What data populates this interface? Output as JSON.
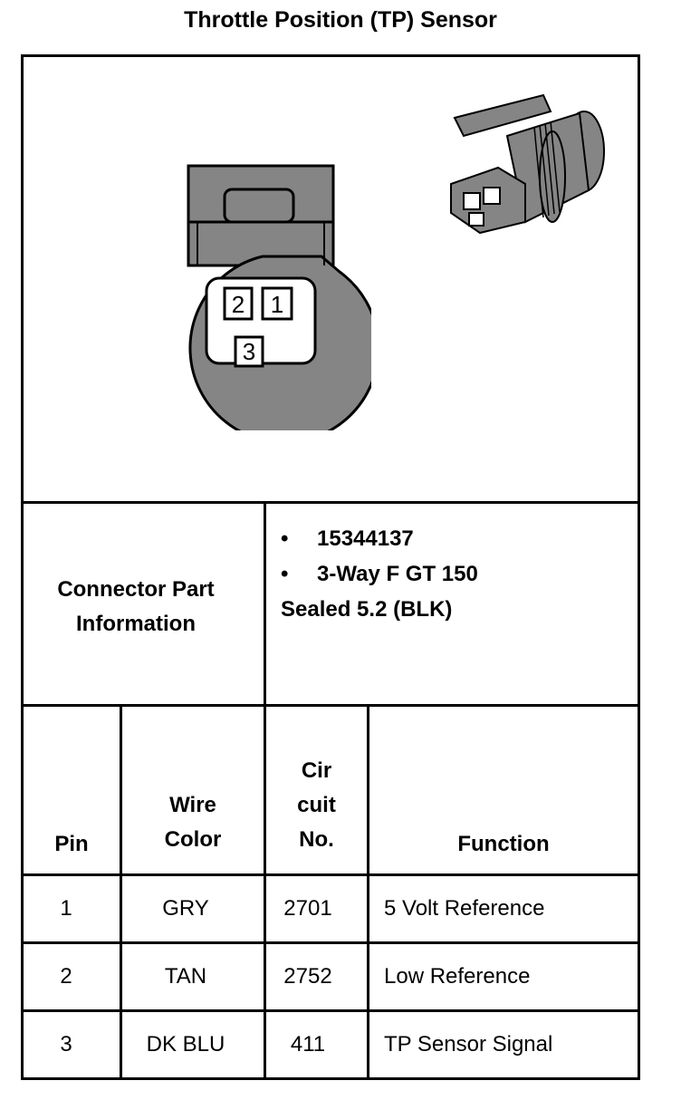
{
  "title": "Throttle Position (TP) Sensor",
  "connector": {
    "label": "Connector Part Information",
    "part_number": "15344137",
    "description_line1": "3-Way F GT 150",
    "description_line2": "Sealed 5.2 (BLK)",
    "bullet": "•"
  },
  "pin_labels": [
    "2",
    "1",
    "3"
  ],
  "table": {
    "headers": {
      "pin": "Pin",
      "wire_color_1": "Wire",
      "wire_color_2": "Color",
      "circuit_1": "Cir",
      "circuit_2": "cuit",
      "circuit_3": "No.",
      "function": "Function"
    },
    "rows": [
      {
        "pin": "1",
        "color": "GRY",
        "circuit": "2701",
        "function": "5 Volt Reference"
      },
      {
        "pin": "2",
        "color": "TAN",
        "circuit": "2752",
        "function": "Low Reference"
      },
      {
        "pin": "3",
        "color": "DK BLU",
        "circuit": "411",
        "function": "TP Sensor Signal"
      }
    ]
  }
}
